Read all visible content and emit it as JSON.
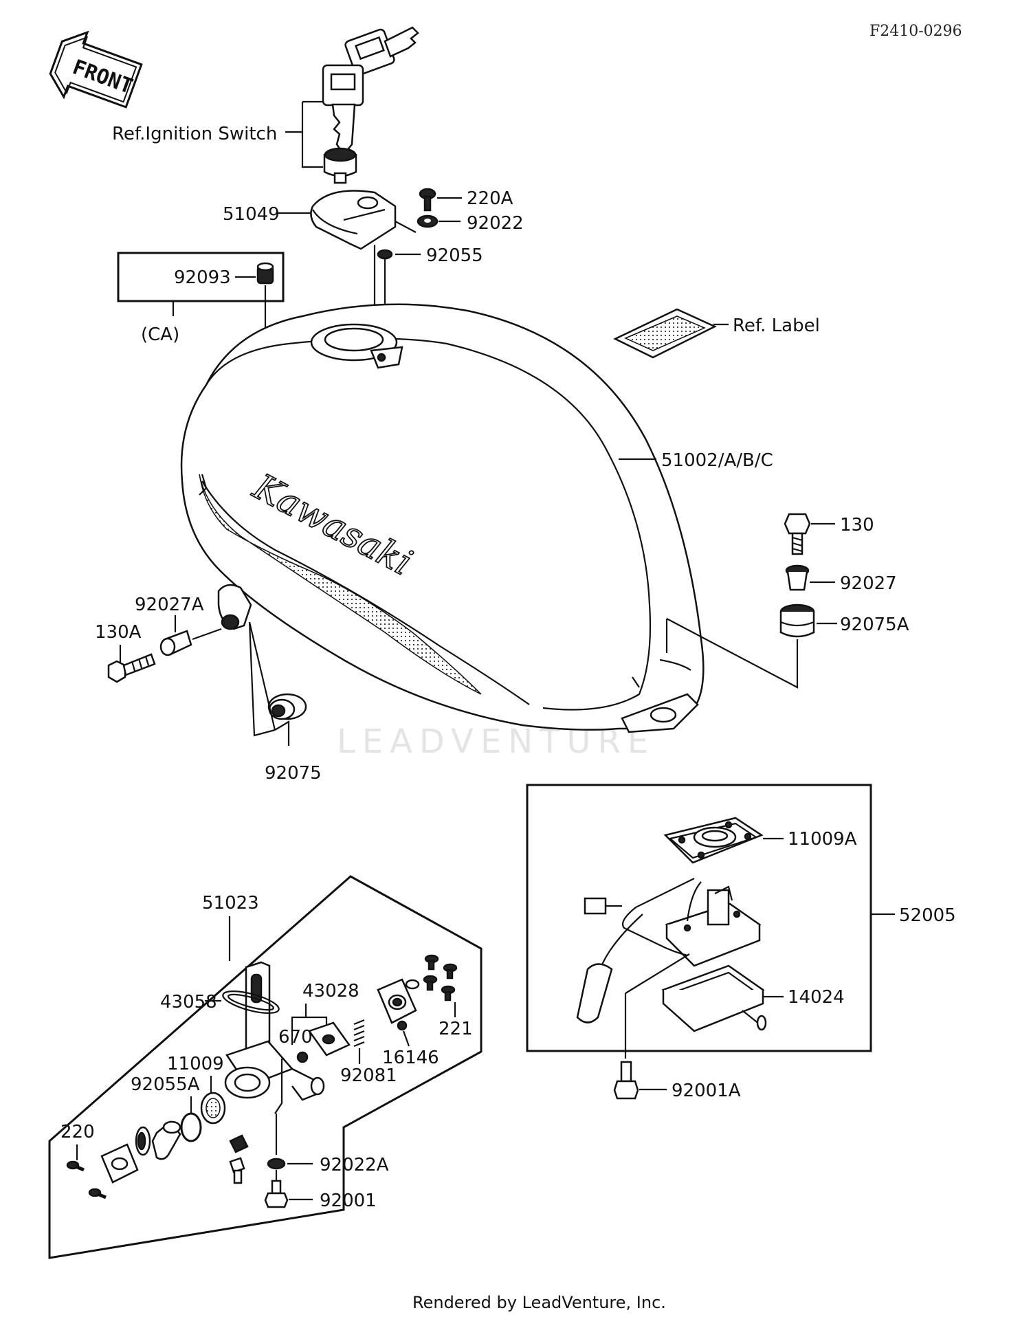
{
  "diagram_code": "F2410-0296",
  "front_arrow_label": "FRONT",
  "brand_lettering": "Kawasaki",
  "watermark": "LEADVENTURE",
  "footer": "Rendered by LeadVenture, Inc.",
  "labels": {
    "ref_ignition_switch": "Ref.Ignition Switch",
    "p51049": "51049",
    "p220A": "220A",
    "p92022": "92022",
    "p92055": "92055",
    "p92093": "92093",
    "ca": "(CA)",
    "ref_label": "Ref. Label",
    "p51002": "51002/A/B/C",
    "p130": "130",
    "p92027": "92027",
    "p92075A": "92075A",
    "p92027A": "92027A",
    "p130A": "130A",
    "p92075": "92075",
    "p11009A": "11009A",
    "p52005": "52005",
    "p14024": "14024",
    "p92001A": "92001A",
    "p51023": "51023",
    "p43058": "43058",
    "p43028": "43028",
    "p670": "670",
    "p92081": "92081",
    "p16146": "16146",
    "p221": "221",
    "p11009": "11009",
    "p92055A": "92055A",
    "p220": "220",
    "p92022A": "92022A",
    "p92001": "92001"
  }
}
